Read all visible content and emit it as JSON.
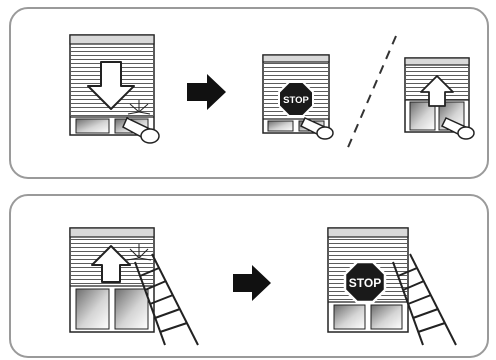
{
  "panels": [
    {
      "name": "closing-sequence",
      "steps": [
        {
          "name": "shutter-closing",
          "arrow": "down",
          "hand": "press"
        },
        {
          "name": "shutter-stopped",
          "sign": "STOP",
          "hand": "press"
        },
        {
          "name": "shutter-opening",
          "arrow": "up",
          "hand": "press"
        }
      ],
      "connectors": [
        "next-arrow",
        "or-divider"
      ]
    },
    {
      "name": "obstacle-sequence",
      "steps": [
        {
          "name": "shutter-opening-ladder",
          "arrow": "up",
          "obstacle": "ladder"
        },
        {
          "name": "shutter-stopped-ladder",
          "sign": "STOP",
          "obstacle": "ladder"
        }
      ],
      "connectors": [
        "next-arrow"
      ]
    }
  ],
  "colors": {
    "frame": "#9a9a9a",
    "line": "#222222",
    "stop_sign": "#1a1a1a",
    "stop_text": "#ffffff"
  }
}
